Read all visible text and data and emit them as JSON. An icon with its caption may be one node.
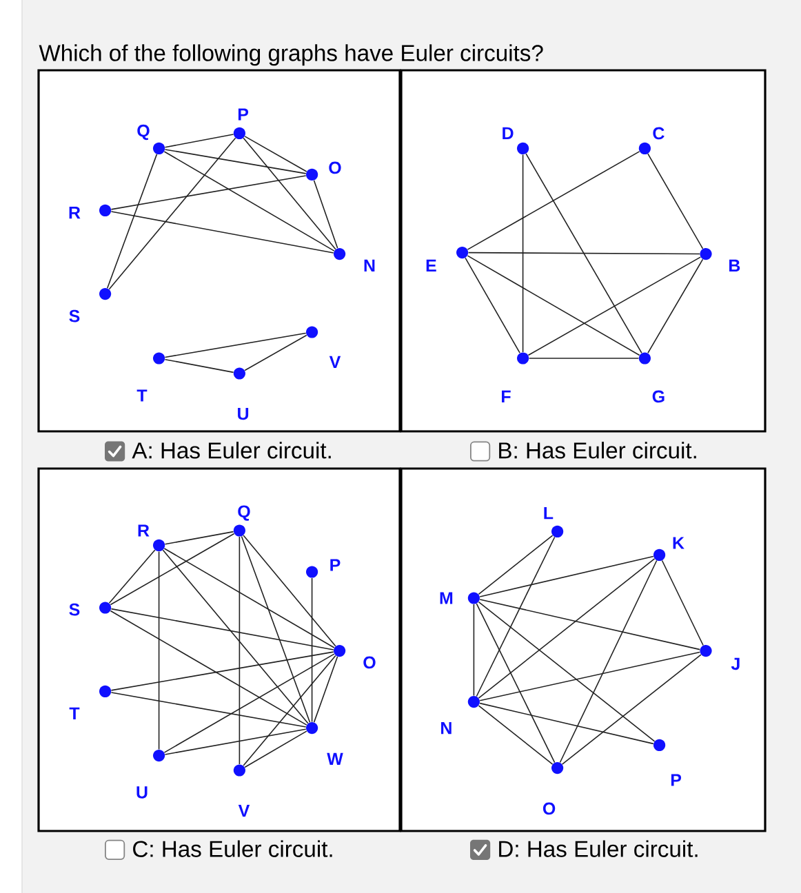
{
  "diagram": {
    "title": "Which of the following graphs have Euler circuits?",
    "nodes": [
      {
        "text": [],
        "shape": "box"
      },
      {
        "text": [],
        "shape": "circle",
        "beside": [
          "P"
        ],
        "in": 0
      },
      {
        "text": [],
        "shape": "circle",
        "beside": [
          "Q"
        ],
        "in": 0
      },
      {
        "text": [],
        "shape": "circle",
        "beside": [
          "O"
        ],
        "in": 0
      },
      {
        "text": [],
        "shape": "circle",
        "beside": [
          "R"
        ],
        "in": 0
      },
      {
        "text": [],
        "shape": "circle",
        "beside": [
          "N"
        ],
        "in": 0
      },
      {
        "text": [],
        "shape": "circle",
        "beside": [
          "S"
        ],
        "in": 0
      },
      {
        "text": [],
        "shape": "circle",
        "beside": [
          "V"
        ],
        "in": 0
      },
      {
        "text": [],
        "shape": "circle",
        "beside": [
          "T"
        ],
        "in": 0
      },
      {
        "text": [],
        "shape": "circle",
        "beside": [
          "U"
        ],
        "in": 0
      },
      {
        "text": [],
        "shape": "box"
      },
      {
        "text": [],
        "shape": "circle",
        "beside": [
          "D"
        ],
        "in": 10
      },
      {
        "text": [],
        "shape": "circle",
        "beside": [
          "C"
        ],
        "in": 10
      },
      {
        "text": [],
        "shape": "circle",
        "beside": [
          "E"
        ],
        "in": 10
      },
      {
        "text": [],
        "shape": "circle",
        "beside": [
          "B"
        ],
        "in": 10
      },
      {
        "text": [],
        "shape": "circle",
        "beside": [
          "F"
        ],
        "in": 10
      },
      {
        "text": [],
        "shape": "circle",
        "beside": [
          "G"
        ],
        "in": 10
      },
      {
        "text": [],
        "shape": "checkmark",
        "beside": [
          "A: Has Euler circuit."
        ]
      },
      {
        "text": [],
        "shape": "checkbox",
        "beside": [
          "B: Has Euler circuit."
        ]
      },
      {
        "text": [],
        "shape": "box"
      },
      {
        "text": [],
        "shape": "circle",
        "beside": [
          "Q"
        ],
        "in": 19
      },
      {
        "text": [],
        "shape": "circle",
        "beside": [
          "R"
        ],
        "in": 19
      },
      {
        "text": [],
        "shape": "circle",
        "beside": [
          "P"
        ],
        "in": 19
      },
      {
        "text": [],
        "shape": "circle",
        "beside": [
          "S"
        ],
        "in": 19
      },
      {
        "text": [],
        "shape": "circle",
        "beside": [
          "O"
        ],
        "in": 19
      },
      {
        "text": [],
        "shape": "circle",
        "beside": [
          "T"
        ],
        "in": 19
      },
      {
        "text": [],
        "shape": "circle",
        "beside": [
          "W"
        ],
        "in": 19
      },
      {
        "text": [],
        "shape": "circle",
        "beside": [
          "U"
        ],
        "in": 19
      },
      {
        "text": [],
        "shape": "circle",
        "beside": [
          "V"
        ],
        "in": 19
      },
      {
        "text": [],
        "shape": "box"
      },
      {
        "text": [],
        "shape": "circle",
        "beside": [
          "L"
        ],
        "in": 29
      },
      {
        "text": [],
        "shape": "circle",
        "beside": [
          "K"
        ],
        "in": 29
      },
      {
        "text": [],
        "shape": "circle",
        "beside": [
          "M"
        ],
        "in": 29
      },
      {
        "text": [],
        "shape": "circle",
        "beside": [
          "J"
        ],
        "in": 29
      },
      {
        "text": [],
        "shape": "circle",
        "beside": [
          "N"
        ],
        "in": 29
      },
      {
        "text": [],
        "shape": "circle",
        "beside": [
          "P"
        ],
        "in": 29
      },
      {
        "text": [],
        "shape": "circle",
        "beside": [
          "O"
        ],
        "in": 29
      },
      {
        "text": [],
        "shape": "checkbox",
        "beside": [
          "C: Has Euler circuit."
        ]
      },
      {
        "text": [],
        "shape": "checkmark",
        "beside": [
          "D: Has Euler circuit."
        ]
      }
    ],
    "edges": [
      {
        "from": 2,
        "to": 1,
        "arrow": "none"
      },
      {
        "from": 2,
        "to": 3,
        "arrow": "none"
      },
      {
        "from": 2,
        "to": 5,
        "arrow": "none"
      },
      {
        "from": 2,
        "to": 6,
        "arrow": "none"
      },
      {
        "from": 1,
        "to": 3,
        "arrow": "none"
      },
      {
        "from": 1,
        "to": 5,
        "arrow": "none"
      },
      {
        "from": 1,
        "to": 6,
        "arrow": "none"
      },
      {
        "from": 4,
        "to": 3,
        "arrow": "none"
      },
      {
        "from": 3,
        "to": 5,
        "arrow": "none"
      },
      {
        "from": 4,
        "to": 5,
        "arrow": "none"
      },
      {
        "from": 8,
        "to": 7,
        "arrow": "none"
      },
      {
        "from": 8,
        "to": 9,
        "arrow": "none"
      },
      {
        "from": 9,
        "to": 7,
        "arrow": "none"
      },
      {
        "from": 11,
        "to": 15,
        "arrow": "none"
      },
      {
        "from": 11,
        "to": 16,
        "arrow": "none"
      },
      {
        "from": 13,
        "to": 12,
        "arrow": "none"
      },
      {
        "from": 12,
        "to": 14,
        "arrow": "none"
      },
      {
        "from": 13,
        "to": 14,
        "arrow": "none"
      },
      {
        "from": 13,
        "to": 15,
        "arrow": "none"
      },
      {
        "from": 13,
        "to": 16,
        "arrow": "none"
      },
      {
        "from": 14,
        "to": 15,
        "arrow": "none"
      },
      {
        "from": 14,
        "to": 16,
        "arrow": "none"
      },
      {
        "from": 15,
        "to": 16,
        "arrow": "none"
      },
      {
        "from": 21,
        "to": 20,
        "arrow": "none"
      },
      {
        "from": 21,
        "to": 23,
        "arrow": "none"
      },
      {
        "from": 21,
        "to": 27,
        "arrow": "none"
      },
      {
        "from": 21,
        "to": 24,
        "arrow": "none"
      },
      {
        "from": 21,
        "to": 26,
        "arrow": "none"
      },
      {
        "from": 20,
        "to": 23,
        "arrow": "none"
      },
      {
        "from": 20,
        "to": 28,
        "arrow": "none"
      },
      {
        "from": 20,
        "to": 24,
        "arrow": "none"
      },
      {
        "from": 20,
        "to": 26,
        "arrow": "none"
      },
      {
        "from": 23,
        "to": 24,
        "arrow": "none"
      },
      {
        "from": 23,
        "to": 26,
        "arrow": "none"
      },
      {
        "from": 25,
        "to": 24,
        "arrow": "none"
      },
      {
        "from": 25,
        "to": 26,
        "arrow": "none"
      },
      {
        "from": 27,
        "to": 24,
        "arrow": "none"
      },
      {
        "from": 27,
        "to": 26,
        "arrow": "none"
      },
      {
        "from": 28,
        "to": 24,
        "arrow": "none"
      },
      {
        "from": 28,
        "to": 26,
        "arrow": "none"
      },
      {
        "from": 22,
        "to": 26,
        "arrow": "none"
      },
      {
        "from": 24,
        "to": 26,
        "arrow": "none"
      },
      {
        "from": 32,
        "to": 30,
        "arrow": "none"
      },
      {
        "from": 34,
        "to": 30,
        "arrow": "none"
      },
      {
        "from": 32,
        "to": 31,
        "arrow": "none"
      },
      {
        "from": 32,
        "to": 33,
        "arrow": "none"
      },
      {
        "from": 32,
        "to": 34,
        "arrow": "none"
      },
      {
        "from": 32,
        "to": 35,
        "arrow": "none"
      },
      {
        "from": 32,
        "to": 36,
        "arrow": "none"
      },
      {
        "from": 34,
        "to": 31,
        "arrow": "none"
      },
      {
        "from": 31,
        "to": 36,
        "arrow": "none"
      },
      {
        "from": 31,
        "to": 33,
        "arrow": "none"
      },
      {
        "from": 34,
        "to": 33,
        "arrow": "none"
      },
      {
        "from": 36,
        "to": 33,
        "arrow": "none"
      },
      {
        "from": 34,
        "to": 35,
        "arrow": "none"
      },
      {
        "from": 34,
        "to": 36,
        "arrow": "none"
      }
    ]
  }
}
